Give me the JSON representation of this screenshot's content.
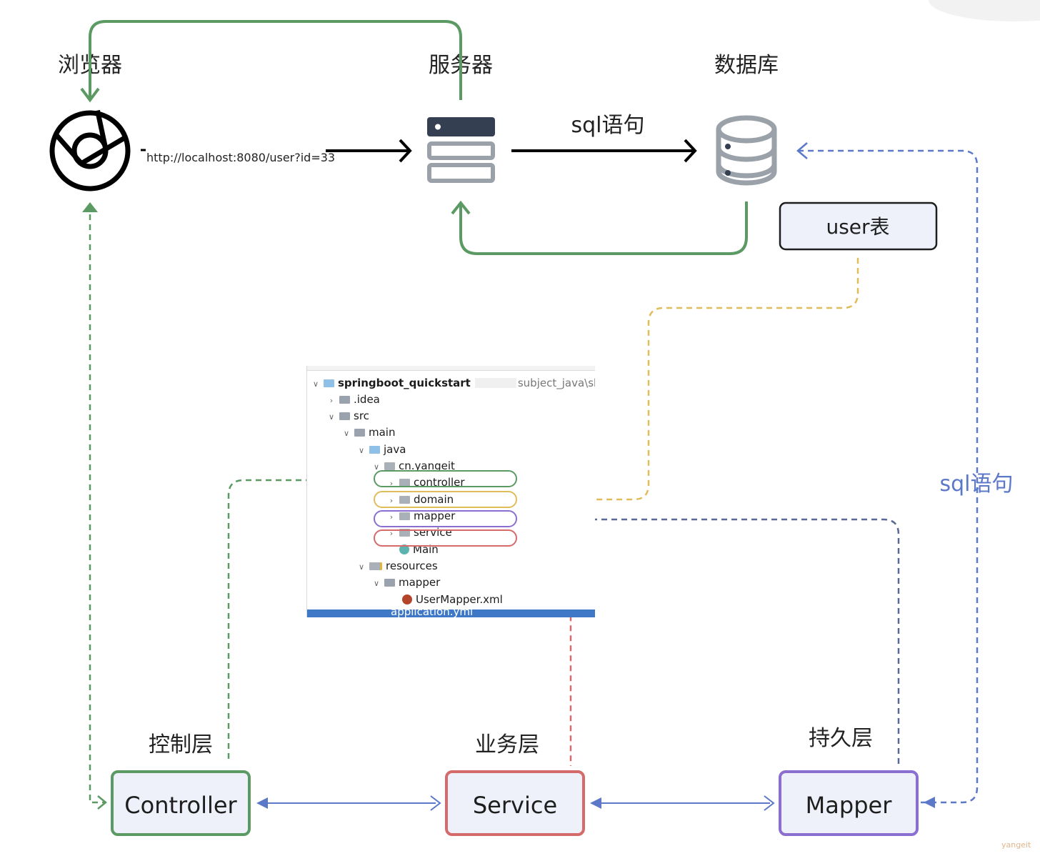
{
  "nodes": {
    "browser": "浏览器",
    "server": "服务器",
    "database": "数据库",
    "control_layer": "控制层",
    "business_layer": "业务层",
    "persistence_layer": "持久层"
  },
  "url_label": "http://localhost:8080/user?id=33",
  "sql_label_top": "sql语句",
  "sql_label_right": "sql语句",
  "user_table": "user表",
  "boxes": {
    "controller": "Controller",
    "service": "Service",
    "mapper": "Mapper"
  },
  "project_tree": {
    "root": "springboot_quickstart",
    "root_path": "subject_java\\sh",
    "items": {
      "idea": ".idea",
      "src": "src",
      "main": "main",
      "java": "java",
      "package": "cn.yangeit",
      "controller": "controller",
      "domain": "domain",
      "mapper": "mapper",
      "service": "service",
      "main_class": "Main",
      "resources": "resources",
      "res_mapper": "mapper",
      "user_mapper_xml": "UserMapper.xml",
      "application_yml": "application.yml"
    }
  },
  "watermark": "yangeit",
  "colors": {
    "green": "#5b9a63",
    "yellow": "#e0bd5a",
    "purple": "#8a6fd0",
    "red": "#d46a6a",
    "blue": "#5b78c9",
    "navy": "#5a6a96",
    "box_fill": "#eef1fa",
    "server_dark": "#343f52",
    "db_gray": "#9aa1a9"
  }
}
